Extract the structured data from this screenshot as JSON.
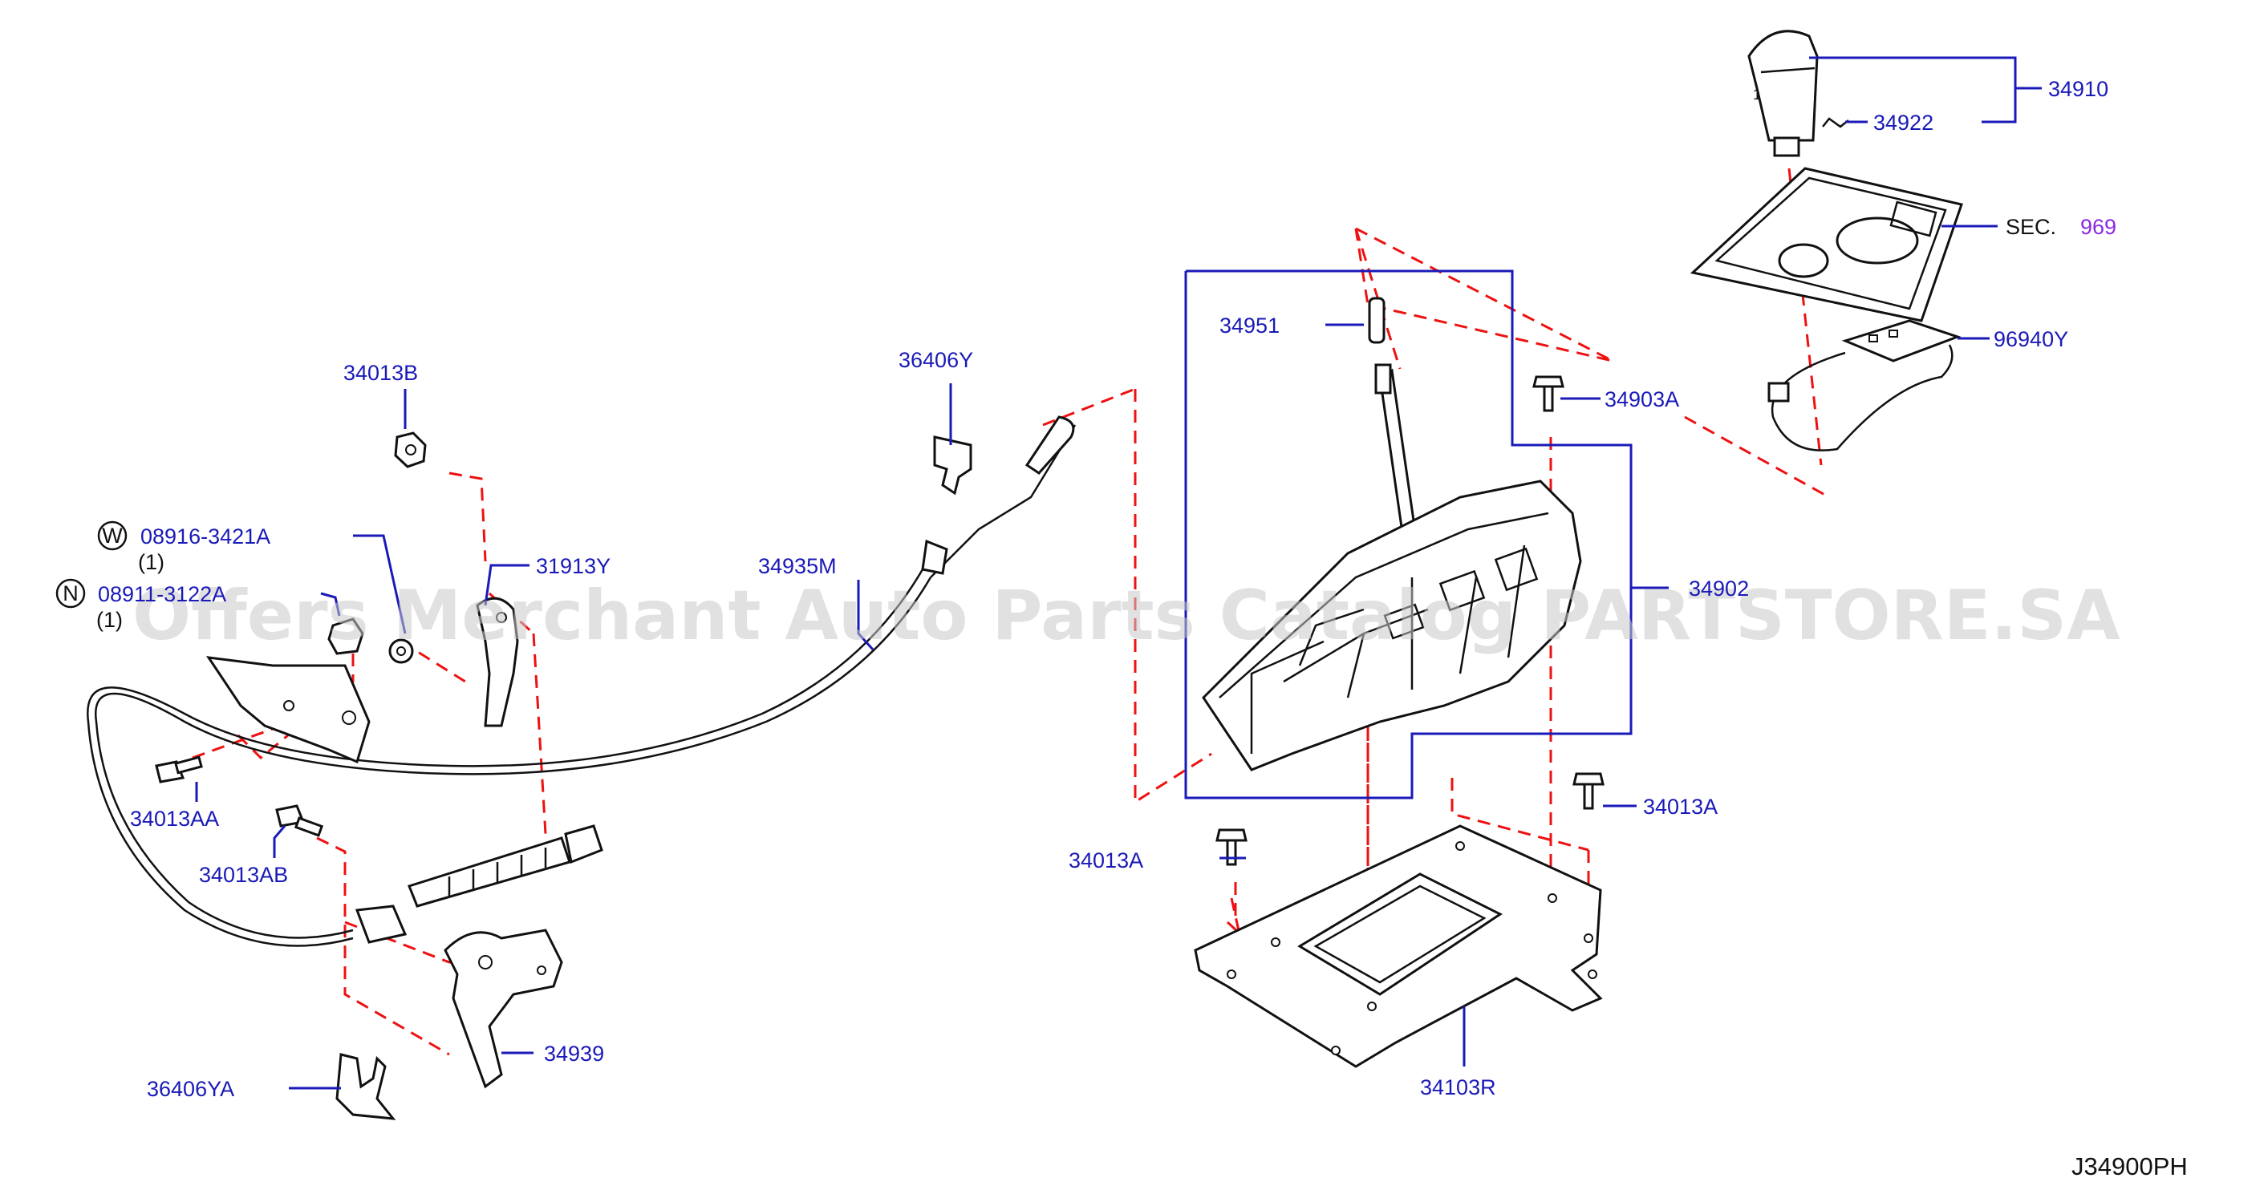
{
  "labels": {
    "p34910": "34910",
    "p34922": "34922",
    "sec_prefix": "SEC.",
    "sec_num": "969",
    "p96940Y": "96940Y",
    "p34951": "34951",
    "p34903A": "34903A",
    "p36406Y": "36406Y",
    "p34013B": "34013B",
    "p31913Y": "31913Y",
    "p34935M": "34935M",
    "w_badge": "W",
    "w_part": "08916-3421A",
    "w_qty": "(1)",
    "n_badge": "N",
    "n_part": "08911-3122A",
    "n_qty": "(1)",
    "p34902": "34902",
    "p34013AA": "34013AA",
    "p34013AB": "34013AB",
    "p34013A_left": "34013A",
    "p34013A_right": "34013A",
    "p34939": "34939",
    "p36406YA": "36406YA",
    "p34103R": "34103R"
  },
  "diagram_code": "J34900PH",
  "watermark": "Offers Merchant Auto Parts Catalog PARTSTORE.SA",
  "colors": {
    "label": "#1a1ab8",
    "dashed_line": "#ee1111",
    "section_ref": "#8a2be2",
    "outline": "#111111"
  }
}
